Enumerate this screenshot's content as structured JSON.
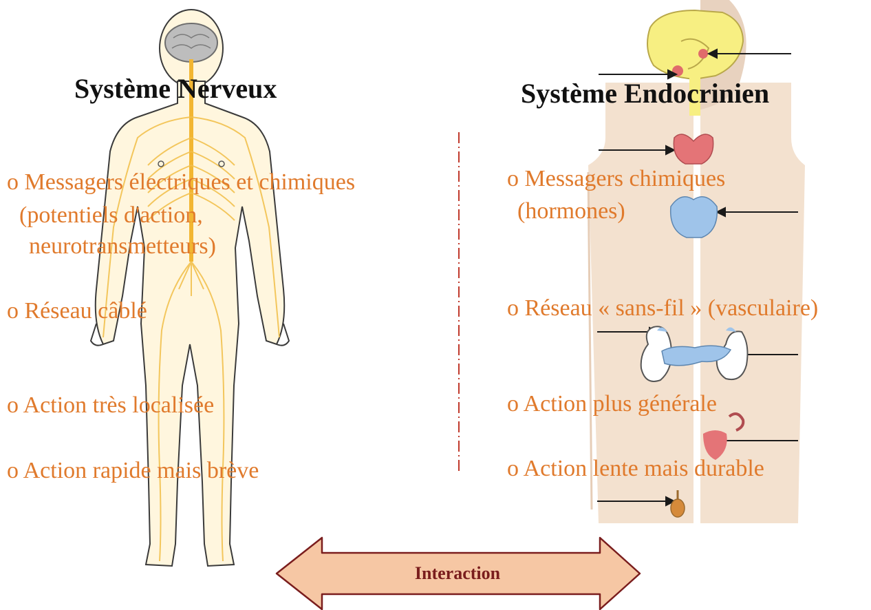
{
  "nervous": {
    "title": "Système Nerveux",
    "items": [
      "o Messagers électriques et chimiques",
      "(potentiels d'action,",
      "neurotransmetteurs)",
      "o Réseau câblé",
      "o Action très localisée",
      "o Action rapide mais brève"
    ]
  },
  "endocrine": {
    "title": "Système Endocrinien",
    "items": [
      "o Messagers chimiques",
      "(hormones)",
      "o Réseau « sans-fil » (vasculaire)",
      "o Action plus générale",
      "o Action lente mais durable"
    ]
  },
  "interaction_label": "Interaction",
  "colors": {
    "item_text": "#e07a2c",
    "title_text": "#111111",
    "arrow_fill": "#f6c7a4",
    "arrow_stroke": "#7a1d1d",
    "divider": "#c0392b",
    "nerves": "#f2b632"
  }
}
